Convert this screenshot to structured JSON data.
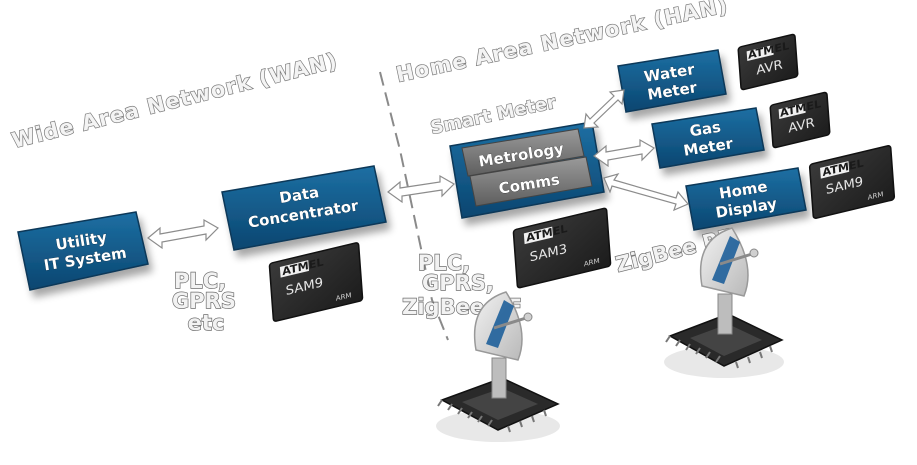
{
  "zones": {
    "wan_label": "Wide Area Network (WAN)",
    "han_label": "Home Area Network (HAN)"
  },
  "nodes": {
    "utility": {
      "line1": "Utility",
      "line2": "IT System"
    },
    "concentrator": {
      "line1": "Data",
      "line2": "Concentrator"
    },
    "smart_meter_label": "Smart Meter",
    "metrology": "Metrology",
    "comms": "Comms",
    "water": {
      "line1": "Water",
      "line2": "Meter"
    },
    "gas": {
      "line1": "Gas",
      "line2": "Meter"
    },
    "display": {
      "line1": "Home",
      "line2": "Display"
    }
  },
  "links": {
    "wan_protocols": [
      "PLC,",
      "GPRS",
      "etc"
    ],
    "han_protocols": [
      "PLC,",
      "GPRS,",
      "ZigBee RF"
    ],
    "rf_protocol": "ZigBee RF"
  },
  "chips": {
    "concentrator_chip": {
      "logo": "ATMEL",
      "part": "SAM9",
      "arm": "ARM"
    },
    "meter_chip": {
      "logo": "ATMEL",
      "part": "SAM3",
      "arm": "ARM"
    },
    "water_chip": {
      "logo": "ATMEL",
      "part": "AVR"
    },
    "gas_chip": {
      "logo": "ATMEL",
      "part": "AVR"
    },
    "display_chip": {
      "logo": "ATMEL",
      "part": "SAM9",
      "arm": "ARM"
    }
  },
  "colors": {
    "box_blue": "#0f5683",
    "box_blue_dark": "#0a3d60",
    "grey_box": "#7b7b7b",
    "chip_body": "#2c2c2c",
    "arrow_fill": "#ffffff"
  }
}
